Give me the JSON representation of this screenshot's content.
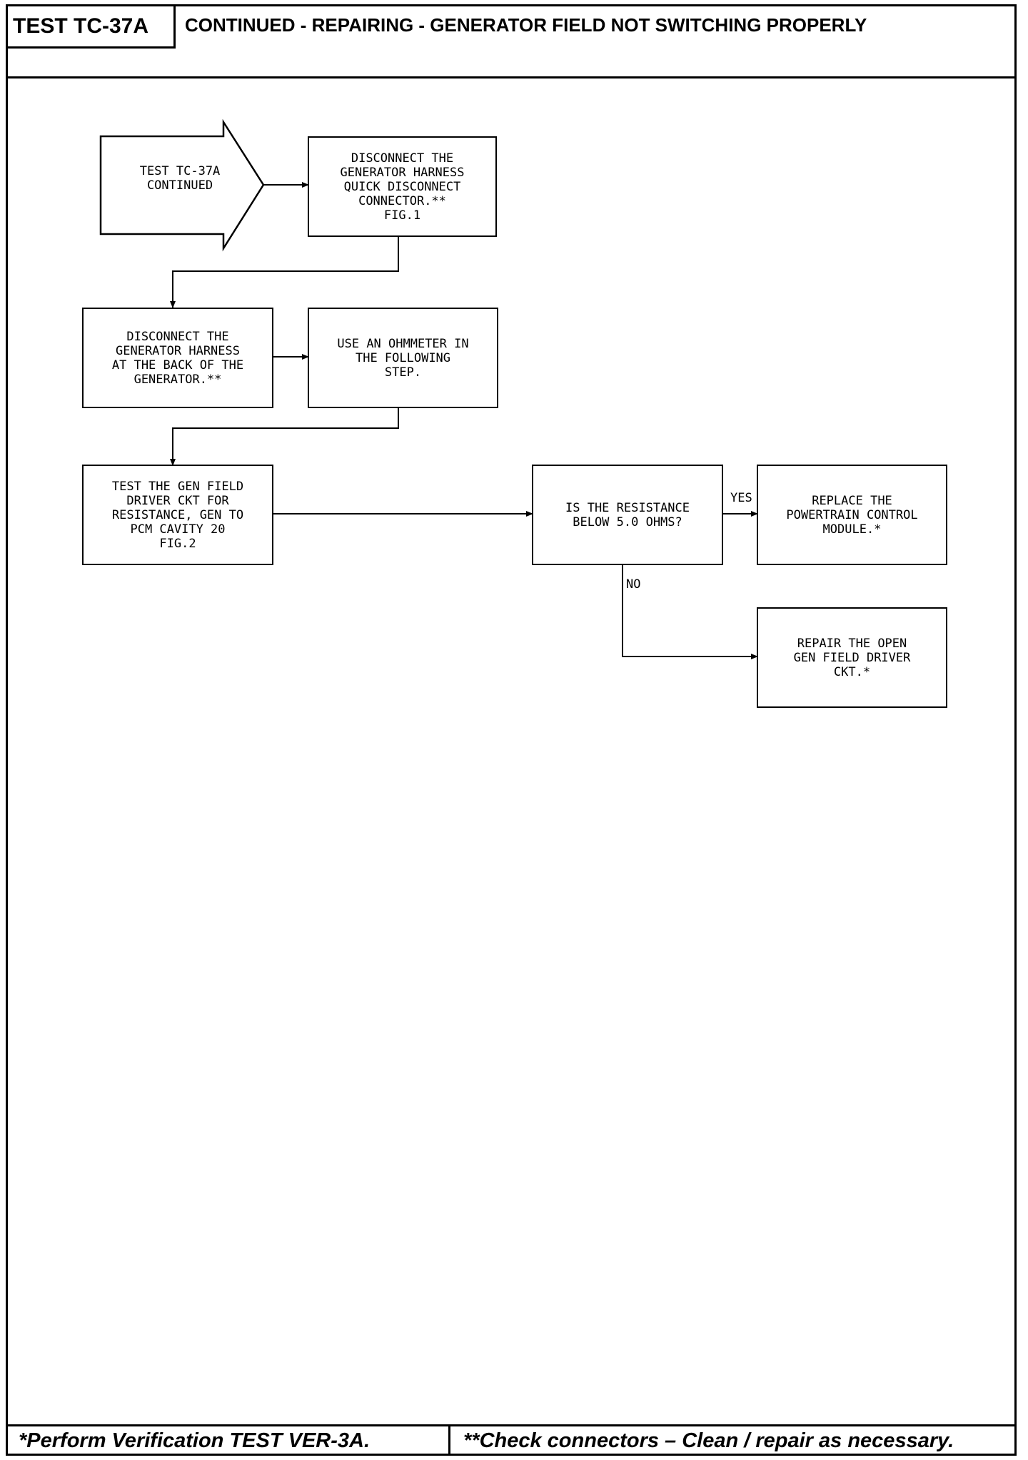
{
  "header": {
    "test_id": "TEST TC-37A",
    "title": "CONTINUED - REPAIRING - GENERATOR FIELD NOT SWITCHING PROPERLY"
  },
  "flowchart": {
    "start": "TEST TC-37A\nCONTINUED",
    "step1": "DISCONNECT THE\nGENERATOR HARNESS\nQUICK DISCONNECT\nCONNECTOR.**\nFIG.1",
    "step2": "DISCONNECT THE\nGENERATOR HARNESS\nAT THE BACK OF THE\nGENERATOR.**",
    "step3": "USE AN OHMMETER IN\nTHE FOLLOWING\nSTEP.",
    "step4": "TEST THE GEN FIELD\nDRIVER CKT FOR\nRESISTANCE, GEN TO\nPCM CAVITY 20\nFIG.2",
    "decision": "IS THE RESISTANCE\nBELOW 5.0 OHMS?",
    "yes_label": "YES",
    "no_label": "NO",
    "yes_result": "REPLACE THE\nPOWERTRAIN CONTROL\nMODULE.*",
    "no_result": "REPAIR THE OPEN\nGEN FIELD DRIVER\nCKT.*"
  },
  "footer": {
    "note1": "*Perform Verification TEST VER-3A.",
    "note2": "**Check connectors – Clean / repair as necessary."
  }
}
